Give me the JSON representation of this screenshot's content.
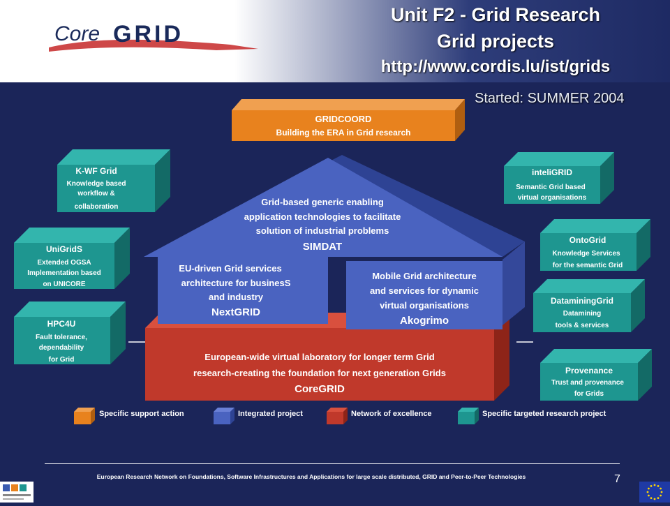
{
  "header": {
    "title_line1": "Unit F2 - Grid Research",
    "title_line2": "Grid projects",
    "url": "http://www.cordis.lu/ist/grids",
    "started": "Started: SUMMER 2004",
    "logo_core": "Core",
    "logo_grid": "GRID"
  },
  "projects": {
    "gridcoord": {
      "name": "GRIDCOORD",
      "desc": "Building the ERA in Grid research"
    },
    "simdat": {
      "line1": "Grid-based  generic  enabling",
      "line2": "application  technologies  to facilitate",
      "line3": "solution  of industrial  problems",
      "name": "SIMDAT"
    },
    "nextgrid": {
      "line1": "EU-driven  Grid services",
      "line2": "architecture  for businesS",
      "line3": "and  industry",
      "name": "NextGRID"
    },
    "akogrimo": {
      "line1": "Mobile Grid architecture",
      "line2": "and services  for dynamic",
      "line3": "virtual  organisations",
      "name": "Akogrimo"
    },
    "coregrid": {
      "line1": "European-wide  virtual laboratory  for longer term Grid",
      "line2": "research-creating  the foundation  for next generation  Grids",
      "name": "CoreGRID"
    },
    "kwf": {
      "name": "K-WF Grid",
      "line1": "Knowledge based",
      "line2": "workflow &",
      "line3": "collaboration"
    },
    "unigrids": {
      "name": "UniGridS",
      "line1": "Extended OGSA",
      "line2": "Implementation based",
      "line3": "on UNICORE"
    },
    "hpc4u": {
      "name": "HPC4U",
      "line1": "Fault tolerance,",
      "line2": "dependability",
      "line3": "for Grid"
    },
    "inteligrid": {
      "name": "inteliGRID",
      "line1": "Semantic Grid based",
      "line2": "virtual organisations"
    },
    "ontogrid": {
      "name": "OntoGrid",
      "line1": "Knowledge  Services",
      "line2": "for the semantic Grid"
    },
    "dataminingrid": {
      "name": "DataminingGrid",
      "line1": "Datamining",
      "line2": "tools & services"
    },
    "provenance": {
      "name": "Provenance",
      "line1": "Trust and provenance",
      "line2": "for Grids"
    }
  },
  "legend": {
    "ssa": "Specific support action",
    "ip": "Integrated project",
    "noe": "Network of excellence",
    "strp": "Specific targeted  research project"
  },
  "colors": {
    "orange": "#e8821e",
    "blue": "#4a63c0",
    "red": "#c0392b",
    "teal": "#1e9690"
  },
  "footer": {
    "text": "European Research Network on Foundations, Software Infrastructures and Applications for large scale distributed, GRID and Peer-to-Peer Technologies",
    "page": "7"
  }
}
